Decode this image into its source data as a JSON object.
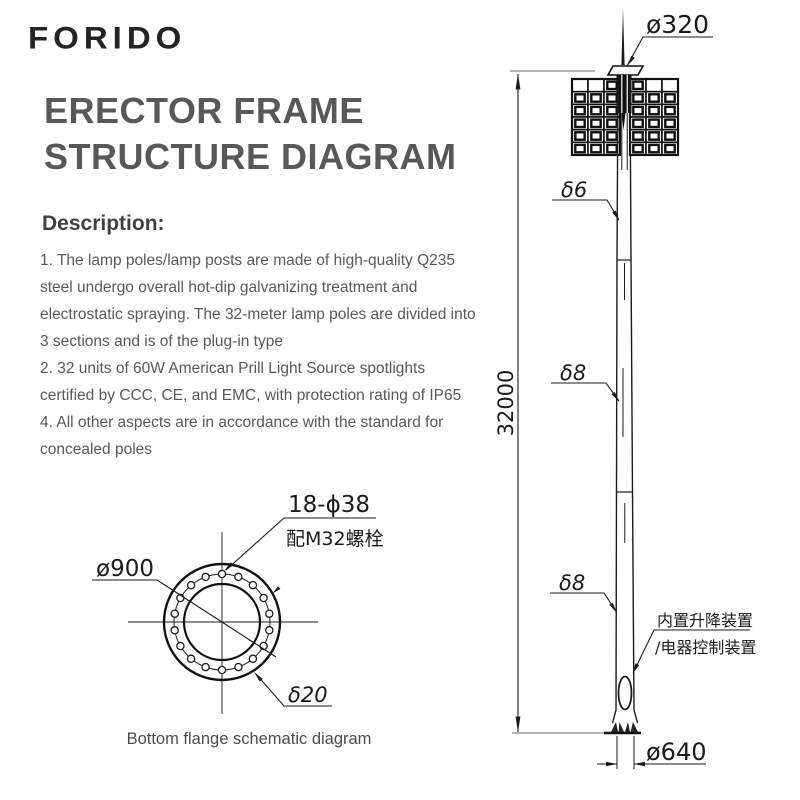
{
  "logo": {
    "text": "FORIDO"
  },
  "title": {
    "line1": "ERECTOR FRAME",
    "line2": "STRUCTURE DIAGRAM"
  },
  "description": {
    "heading": "Description:",
    "lines": [
      "1. The lamp poles/lamp posts are made of high-quality Q235",
      "steel undergo overall hot-dip galvanizing treatment and",
      "electrostatic spraying. The 32-meter lamp poles are divided into",
      "3 sections and is of the plug-in type",
      "2. 32 units of 60W American Prill Light Source spotlights",
      "certified by CCC, CE, and EMC, with protection rating of IP65",
      "4. All other aspects are in accordance with the standard for",
      "concealed poles"
    ]
  },
  "flange": {
    "caption": "Bottom flange schematic diagram",
    "bolt_count": 18,
    "labels": {
      "bolt_holes": "18-ϕ38",
      "bolt_spec_cn": "配M32螺栓",
      "diameter": "ø900",
      "thickness": "δ20"
    }
  },
  "pole": {
    "labels": {
      "top_diameter": "ø320",
      "wall_top": "δ6",
      "wall_mid": "δ8",
      "wall_bottom": "δ8",
      "height": "32000",
      "base_diameter": "ø640",
      "device_cn_line1": "内置升降装置",
      "device_cn_line2": "/电器控制装置"
    },
    "lamp_grid": {
      "rows": 6,
      "cols_per_side": 3,
      "row1_lamps_left": [
        false,
        false,
        true
      ],
      "row1_lamps_right": [
        true,
        false,
        false
      ]
    }
  },
  "colors": {
    "ink": "#1b1b1b",
    "heading_gray": "#57585a",
    "body_gray": "#595959",
    "logo_black": "#242424"
  }
}
